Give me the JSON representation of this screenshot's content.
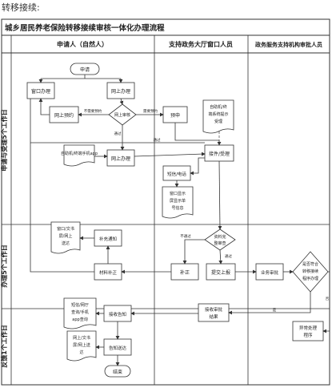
{
  "intro": "转移接续:",
  "title": "城乡居民养老保险转移接续审核一体化办理流程",
  "columns": [
    "申请人（自然人）",
    "支持政务大厅窗口人员",
    "政务服务支持机构审批人员"
  ],
  "lanes": [
    "申请与受理5个工作日",
    "办理5个工作日",
    "反馈1个工作日"
  ],
  "nodes": {
    "start": "申请",
    "window_apply": "窗口办理",
    "online_apply": "网上办理",
    "online_booking": "网上预约",
    "online_check": "网上审核",
    "booking": "预申",
    "self_service": "自助机/终端手机app",
    "online_handle": "网上办理",
    "terminal_reminder": [
      "自助机/终",
      "端系统提示",
      "受理"
    ],
    "receive_accept": "接件/受理",
    "sms_notify": "短信/电话",
    "window_prompt": [
      "窗口显示",
      "屏显示单",
      "号信息"
    ],
    "completeness_check": [
      "资料完",
      "整审查"
    ],
    "supplement": "补正",
    "submit_review": "提交上报",
    "material_supplement": "材料补正",
    "supplement_notice": "补充通知",
    "window_notice_left": [
      "窗口/文书",
      "屏/网上",
      "送达"
    ],
    "business_review": "业务审批",
    "approval_decision": [
      "是否符合",
      "转移接续",
      "程序办理"
    ],
    "exception_handling": [
      "异常处理",
      "程序"
    ],
    "receive_result": [
      "接收审批",
      "结果"
    ],
    "receive_notice": "接收告知",
    "sms_query": [
      "短信/网厅",
      "查询/手机",
      "app查询"
    ],
    "window_notice_bottom": [
      "网上/文书",
      "屏/网上送",
      "达"
    ],
    "notify_send": "告知送达",
    "end": "结束"
  },
  "edge_labels": {
    "no_booking": "不需要预约",
    "need_booking": "需要预约",
    "pass": "通过",
    "not_pass": "不通过",
    "no": "否",
    "yes": "是"
  }
}
